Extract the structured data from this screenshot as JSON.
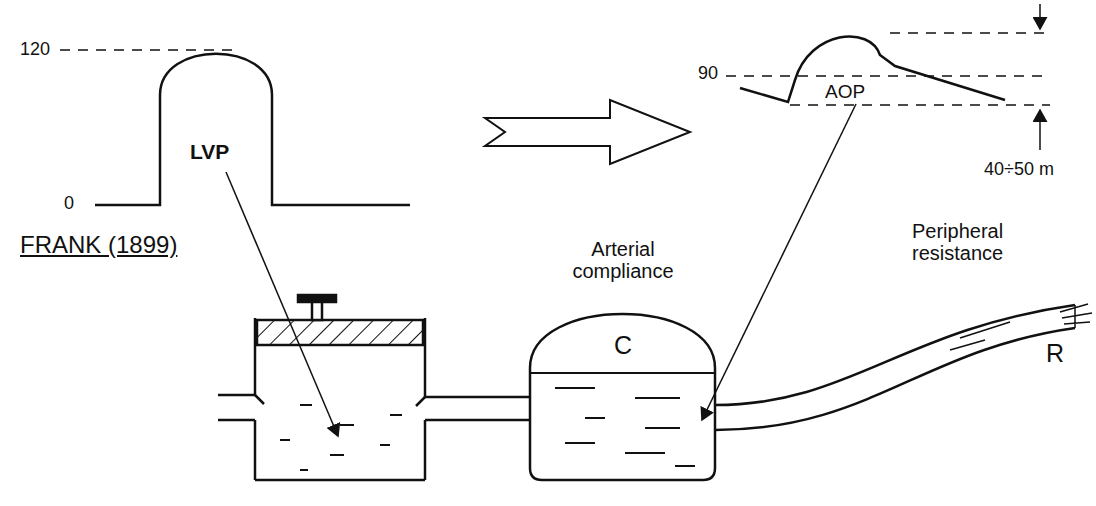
{
  "diagram": {
    "nodes": [
      {
        "text": [
          "Arterial compliance",
          "C"
        ]
      }
    ],
    "labels": [
      "120",
      "0",
      "LVP",
      "FRANK (1899)",
      "90",
      "AOP",
      "40÷50 m",
      "Peripheral resistance",
      "R"
    ]
  }
}
